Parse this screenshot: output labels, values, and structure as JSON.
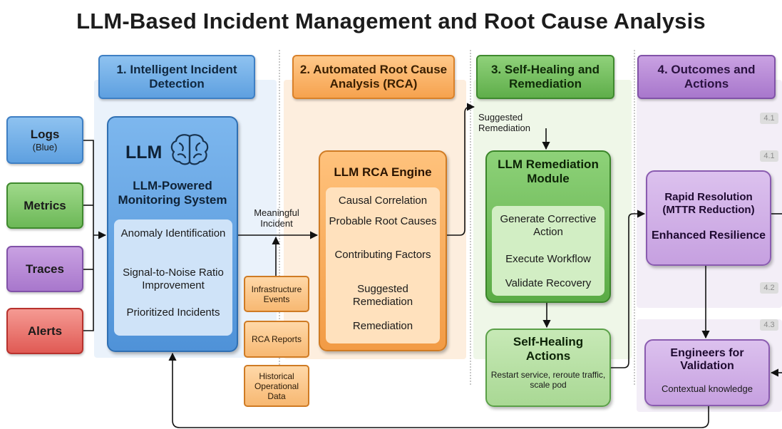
{
  "title": "LLM-Based Incident Management and Root Cause Analysis",
  "lanes": {
    "detection": "1. Intelligent Incident Detection",
    "rca": "2. Automated Root Cause Analysis (RCA)",
    "healing": "3. Self-Healing and Remediation",
    "outcomes": "4. Outcomes and Actions"
  },
  "sources": {
    "logs": "Logs",
    "logs_sub": "(Blue)",
    "metrics": "Metrics",
    "traces": "Traces",
    "alerts": "Alerts"
  },
  "monitoring": {
    "badge": "LLM",
    "brain_icon": "brain-icon",
    "title": "LLM-Powered Monitoring System",
    "items": [
      "Anomaly Identification",
      "Signal-to-Noise Ratio Improvement",
      "Prioritized Incidents"
    ]
  },
  "edge_labels": {
    "meaningful_incident": "Meaningful Incident",
    "suggested_remediation": "Suggested Remediation"
  },
  "context_sources": [
    "Infrastructure Events",
    "RCA Reports",
    "Historical Operational Data"
  ],
  "rca_engine": {
    "title": "LLM RCA Engine",
    "items": [
      "Causal Correlation",
      "Probable Root Causes",
      "Contributing Factors",
      "Suggested Remediation",
      "Remediation"
    ]
  },
  "remediation_module": {
    "title": "LLM Remediation Module",
    "items": [
      "Generate Corrective Action",
      "Execute Workflow",
      "Validate Recovery"
    ]
  },
  "self_healing": {
    "title": "Self-Healing Actions",
    "detail": "Restart service, reroute traffic, scale pod"
  },
  "outcomes": {
    "resolution_title": "Rapid Resolution (MTTR Reduction)",
    "resilience": "Enhanced Resilience",
    "engineers_title": "Engineers for Validation",
    "engineers_detail": "Contextual knowledge"
  },
  "badges": [
    "4.1",
    "4.1",
    "4.2",
    "4.3"
  ],
  "colors": {
    "detection": "#5ea0e0",
    "rca": "#f6a24e",
    "healing": "#5fae4a",
    "outcomes": "#a877cc",
    "alerts": "#e05a54"
  }
}
